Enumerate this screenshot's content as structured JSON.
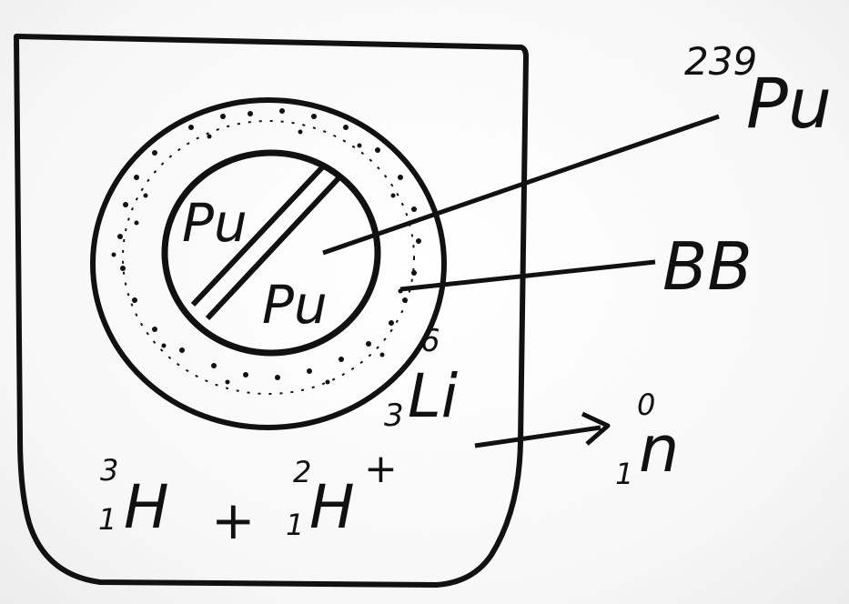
{
  "labels": {
    "pu_inner_left": "Pu",
    "pu_inner_right": "Pu",
    "pu_isotope_mass": "239",
    "pu_isotope_symbol": "Pu",
    "bb": "BB",
    "lithium": {
      "mass": "6",
      "atomic": "3",
      "symbol": "Li"
    },
    "tritium": {
      "mass": "3",
      "atomic": "1",
      "symbol": "H"
    },
    "plus": "+",
    "deuterium": {
      "mass": "2",
      "atomic": "1",
      "symbol": "H",
      "charge": "+"
    },
    "neutron": {
      "mass": "0",
      "atomic": "1",
      "symbol": "n"
    }
  },
  "colors": {
    "ink": "#111111",
    "paper": "#f7f7f7"
  }
}
